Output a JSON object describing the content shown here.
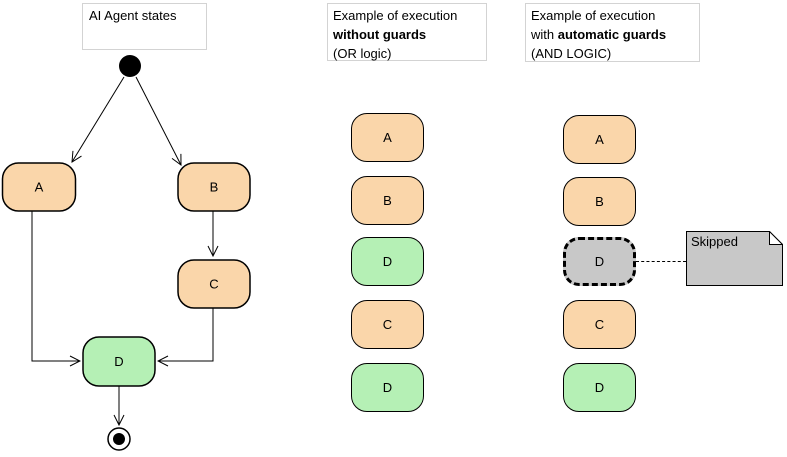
{
  "colors": {
    "pending_fill": "#FAD6AA",
    "done_fill": "#B5F0B5",
    "skipped_fill": "#C8C8C8",
    "note_fill": "#C8C8C8",
    "border": "#000000",
    "header_border": "#D3D3D3"
  },
  "state_machine": {
    "title": "AI Agent states",
    "states": {
      "a": "A",
      "b": "B",
      "c": "C",
      "d": "D"
    }
  },
  "execution_without_guards": {
    "header": {
      "line1": "Example of execution",
      "line2_bold": "without guards",
      "line3": "(OR logic)"
    },
    "sequence": [
      {
        "label": "A",
        "status": "pending"
      },
      {
        "label": "B",
        "status": "pending"
      },
      {
        "label": "D",
        "status": "done"
      },
      {
        "label": "C",
        "status": "pending"
      },
      {
        "label": "D",
        "status": "done"
      }
    ]
  },
  "execution_with_guards": {
    "header": {
      "line1": "Example of execution",
      "line2_prefix": "with ",
      "line2_bold": "automatic guards",
      "line3": "(AND LOGIC)"
    },
    "sequence": [
      {
        "label": "A",
        "status": "pending"
      },
      {
        "label": "B",
        "status": "pending"
      },
      {
        "label": "D",
        "status": "skipped"
      },
      {
        "label": "C",
        "status": "pending"
      },
      {
        "label": "D",
        "status": "done"
      }
    ],
    "note": "Skipped"
  }
}
